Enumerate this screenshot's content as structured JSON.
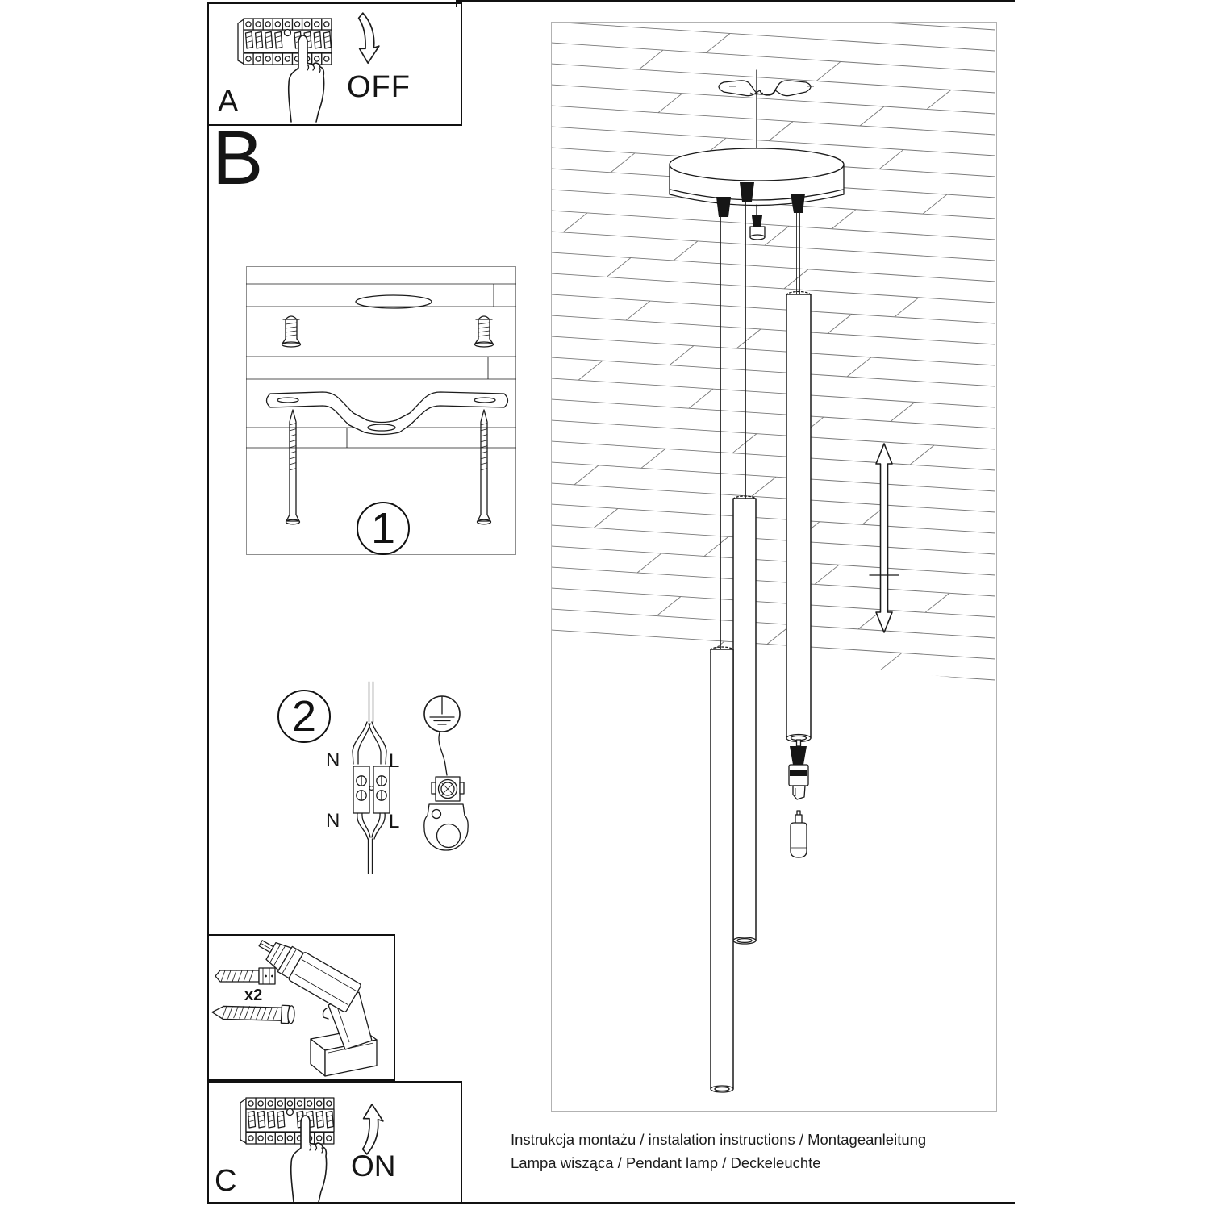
{
  "panel_a": {
    "label": "A",
    "action": "OFF"
  },
  "section_b": {
    "label": "B"
  },
  "step1": {
    "number": "1"
  },
  "step2": {
    "number": "2",
    "n_top": "N",
    "l_top": "L",
    "n_bottom": "N",
    "l_bottom": "L"
  },
  "tools": {
    "quantity": "x2"
  },
  "panel_c": {
    "label": "C",
    "action": "ON"
  },
  "caption": {
    "line1": "Instrukcja montażu / instalation instructions / Montageanleitung",
    "line2": "Lampa wisząca / Pendant lamp / Deckeleuchte"
  },
  "colors": {
    "ink": "#111111",
    "panel_border_gray": "#8f8f8f"
  }
}
